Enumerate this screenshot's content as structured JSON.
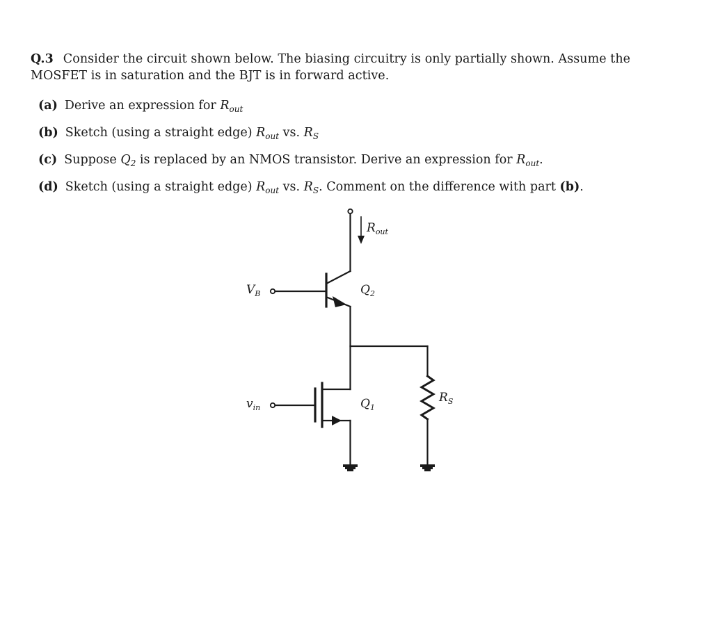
{
  "question": {
    "number": "Q.3",
    "intro": "Consider the circuit shown below. The biasing circuitry is only partially shown. Assume the MOSFET is in saturation and the BJT is in forward active.",
    "parts": [
      {
        "label": "(a)",
        "text_before": "Derive an expression for ",
        "var": "R",
        "var_sub": "out",
        "text_after": ""
      },
      {
        "label": "(b)",
        "text_before": "Sketch (using a straight edge) ",
        "var": "R",
        "var_sub": "out",
        "text_mid": " vs. ",
        "var2": "R",
        "var2_sub": "S",
        "text_after": ""
      },
      {
        "label": "(c)",
        "text_before": "Suppose ",
        "var": "Q",
        "var_sub": "2",
        "text_mid": " is replaced by an NMOS transistor. Derive an expression for ",
        "var2": "R",
        "var2_sub": "out",
        "text_after": "."
      },
      {
        "label": "(d)",
        "text_before": "Sketch (using a straight edge) ",
        "var": "R",
        "var_sub": "out",
        "text_mid": " vs. ",
        "var2": "R",
        "var2_sub": "S",
        "text_after": ". Comment on the difference with part ",
        "ref": "(b)",
        "text_end": "."
      }
    ]
  },
  "circuit": {
    "labels": {
      "rout": {
        "main": "R",
        "sub": "out"
      },
      "vb": {
        "main": "V",
        "sub": "B"
      },
      "vin": {
        "main": "v",
        "sub": "in"
      },
      "q2": {
        "main": "Q",
        "sub": "2"
      },
      "q1": {
        "main": "Q",
        "sub": "1"
      },
      "rs": {
        "main": "R",
        "sub": "S"
      }
    },
    "components": [
      "npn-bjt Q2",
      "nmos Q1",
      "resistor RS",
      "ground x2",
      "terminal VB",
      "terminal vin",
      "output terminal"
    ],
    "stroke_color": "#1a1a1a"
  }
}
